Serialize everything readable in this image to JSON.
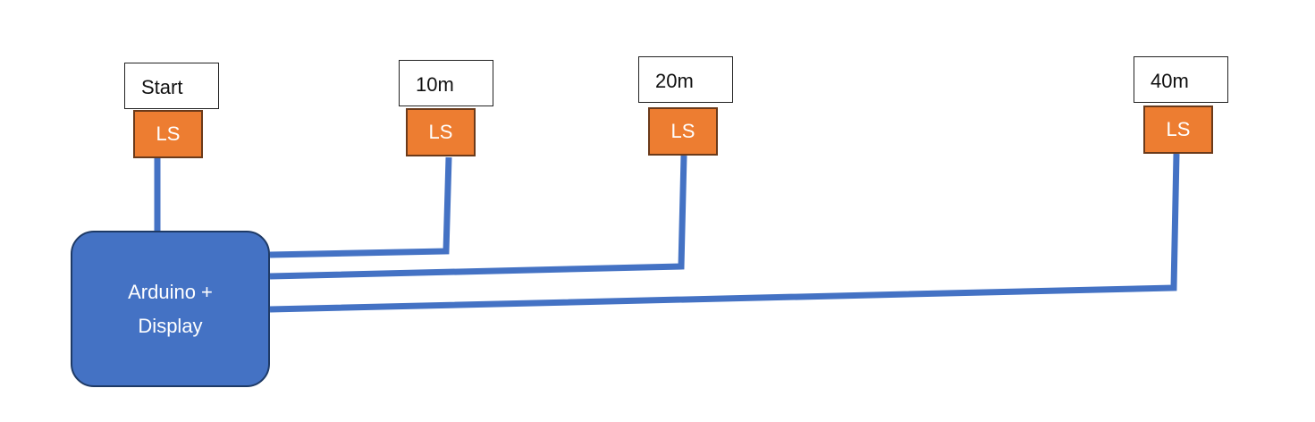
{
  "colors": {
    "wire": "#4472C4",
    "sensor_fill": "#ED7D31",
    "controller_fill": "#4472C4"
  },
  "controller": {
    "line1": "Arduino +",
    "line2": "Display"
  },
  "stations": [
    {
      "label": "Start",
      "sensor": "LS"
    },
    {
      "label": "10m",
      "sensor": "LS"
    },
    {
      "label": "20m",
      "sensor": "LS"
    },
    {
      "label": "40m",
      "sensor": "LS"
    }
  ]
}
